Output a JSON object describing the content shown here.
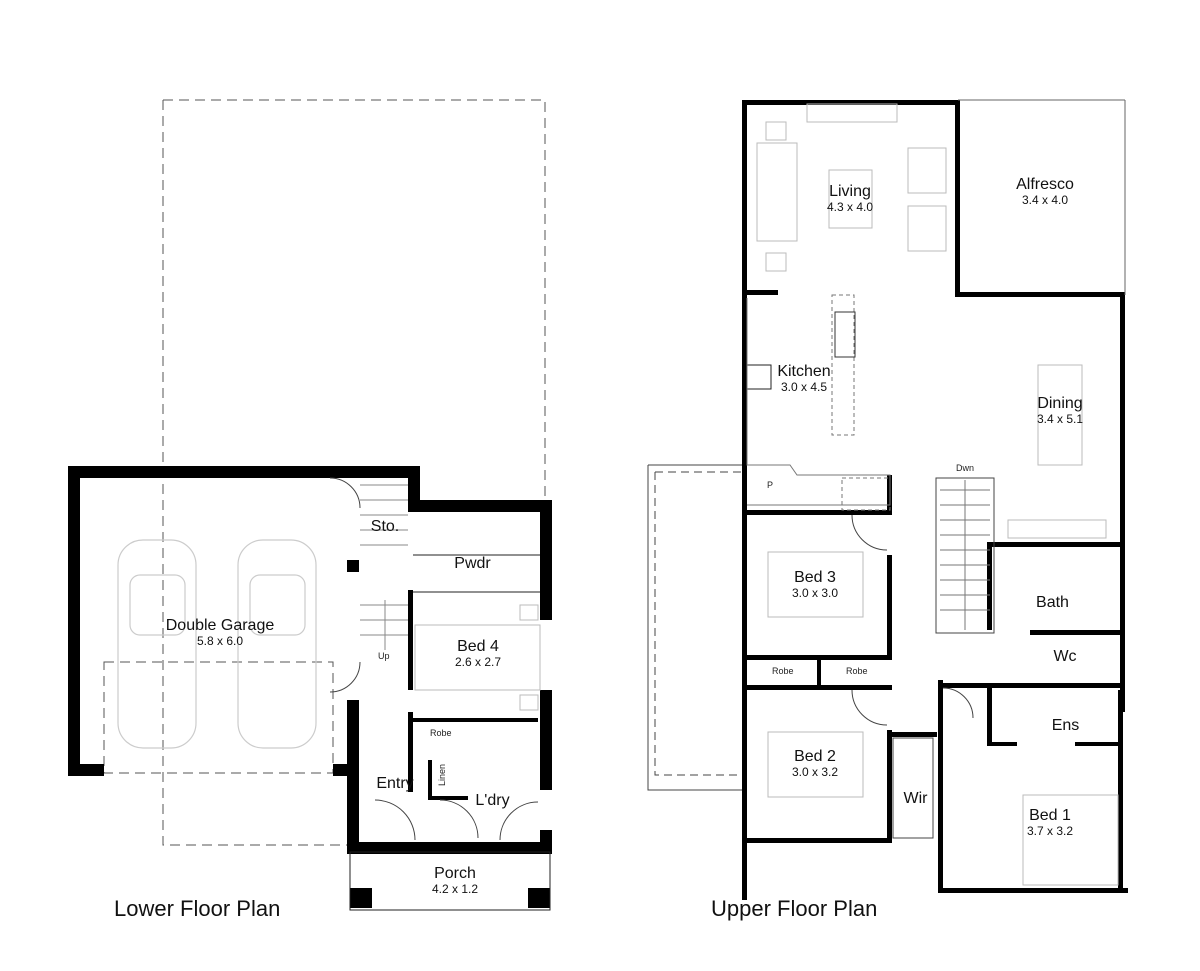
{
  "plans": {
    "lower": {
      "title": "Lower Floor Plan",
      "rooms": [
        {
          "name": "Double Garage",
          "dims": "5.8 x 6.0"
        },
        {
          "name": "Sto.",
          "dims": ""
        },
        {
          "name": "Pwdr",
          "dims": ""
        },
        {
          "name": "Bed 4",
          "dims": "2.6 x 2.7"
        },
        {
          "name": "Entry",
          "dims": ""
        },
        {
          "name": "L'dry",
          "dims": ""
        },
        {
          "name": "Porch",
          "dims": "4.2 x 1.2"
        }
      ],
      "small_labels": {
        "robe": "Robe",
        "linen": "Linen",
        "up": "Up"
      }
    },
    "upper": {
      "title": "Upper Floor Plan",
      "rooms": [
        {
          "name": "Living",
          "dims": "4.3 x 4.0"
        },
        {
          "name": "Alfresco",
          "dims": "3.4 x 4.0"
        },
        {
          "name": "Kitchen",
          "dims": "3.0 x 4.5"
        },
        {
          "name": "Dining",
          "dims": "3.4 x 5.1"
        },
        {
          "name": "Bed 3",
          "dims": "3.0 x 3.0"
        },
        {
          "name": "Bath",
          "dims": ""
        },
        {
          "name": "Wc",
          "dims": ""
        },
        {
          "name": "Bed 2",
          "dims": "3.0 x 3.2"
        },
        {
          "name": "Ens",
          "dims": ""
        },
        {
          "name": "Wir",
          "dims": ""
        },
        {
          "name": "Bed 1",
          "dims": "3.7 x 3.2"
        }
      ],
      "small_labels": {
        "robe1": "Robe",
        "robe2": "Robe",
        "pantry": "P",
        "down": "Dwn"
      }
    }
  },
  "colors": {
    "wall": "#000000",
    "furniture": "#bbbbbb",
    "dashed": "#555555"
  }
}
